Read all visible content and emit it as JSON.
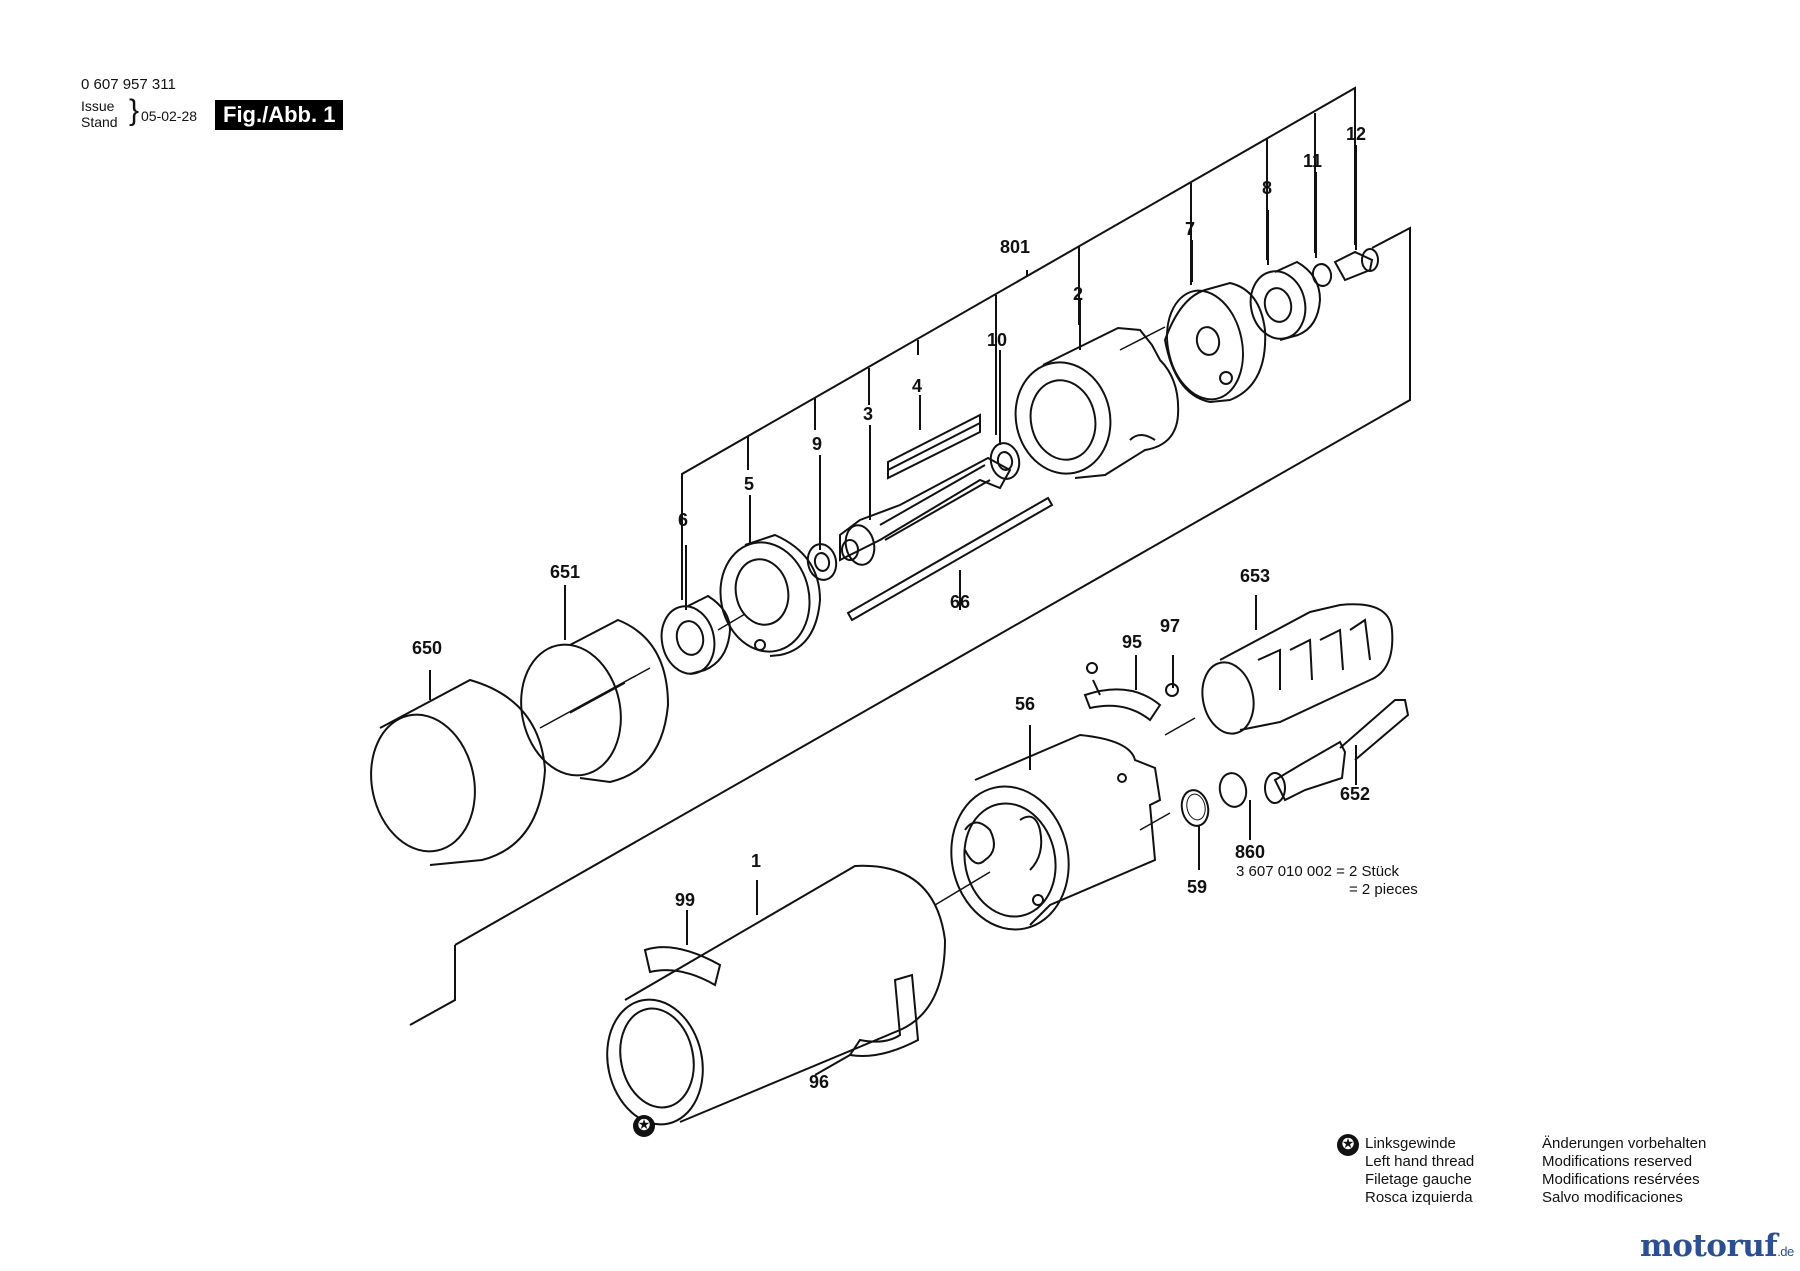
{
  "header": {
    "part_number": "0 607 957 311",
    "issue_label_1": "Issue",
    "issue_label_2": "Stand",
    "date": "05-02-28",
    "figure_label": "Fig./Abb. 1"
  },
  "callouts": {
    "p1": "1",
    "p2": "2",
    "p3": "3",
    "p4": "4",
    "p5": "5",
    "p6": "6",
    "p7": "7",
    "p8": "8",
    "p9": "9",
    "p10": "10",
    "p11": "11",
    "p12": "12",
    "p56": "56",
    "p59": "59",
    "p66": "66",
    "p95": "95",
    "p96": "96",
    "p97": "97",
    "p99": "99",
    "p650": "650",
    "p651": "651",
    "p652": "652",
    "p653": "653",
    "p801": "801",
    "p860": "860"
  },
  "note_860": {
    "line1": "3 607 010 002 = 2 Stück",
    "line2": "= 2 pieces"
  },
  "legend": {
    "symbol": "✪",
    "left_thread": [
      "Linksgewinde",
      "Left hand thread",
      "Filetage gauche",
      "Rosca izquierda"
    ],
    "modifications": [
      "Änderungen vorbehalten",
      "Modifications reserved",
      "Modifications resérvées",
      "Salvo modificaciones"
    ]
  },
  "logo": {
    "text": "motoruf",
    "suffix": ".de"
  }
}
